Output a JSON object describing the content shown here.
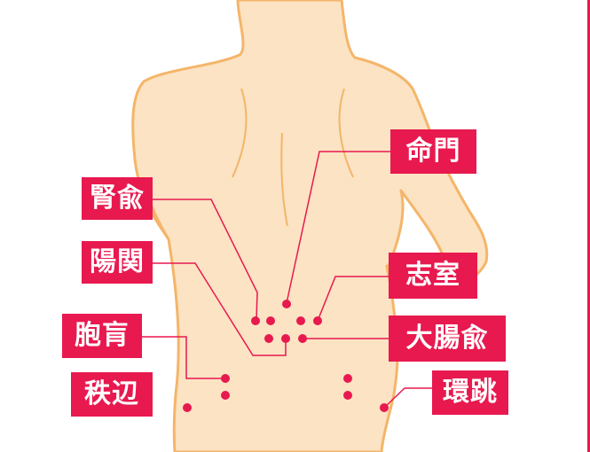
{
  "colors": {
    "skin_fill": "#fbe3c3",
    "skin_stroke": "#f4b56a",
    "accent": "#e8194f",
    "background": "#ffffff"
  },
  "labels": {
    "jinyu": "腎兪",
    "yokan": "陽関",
    "hokou": "胞肓",
    "chippen": "秩辺",
    "meimon": "命門",
    "shishitsu": "志室",
    "daichoyu": "大腸兪",
    "kancho": "環跳"
  }
}
